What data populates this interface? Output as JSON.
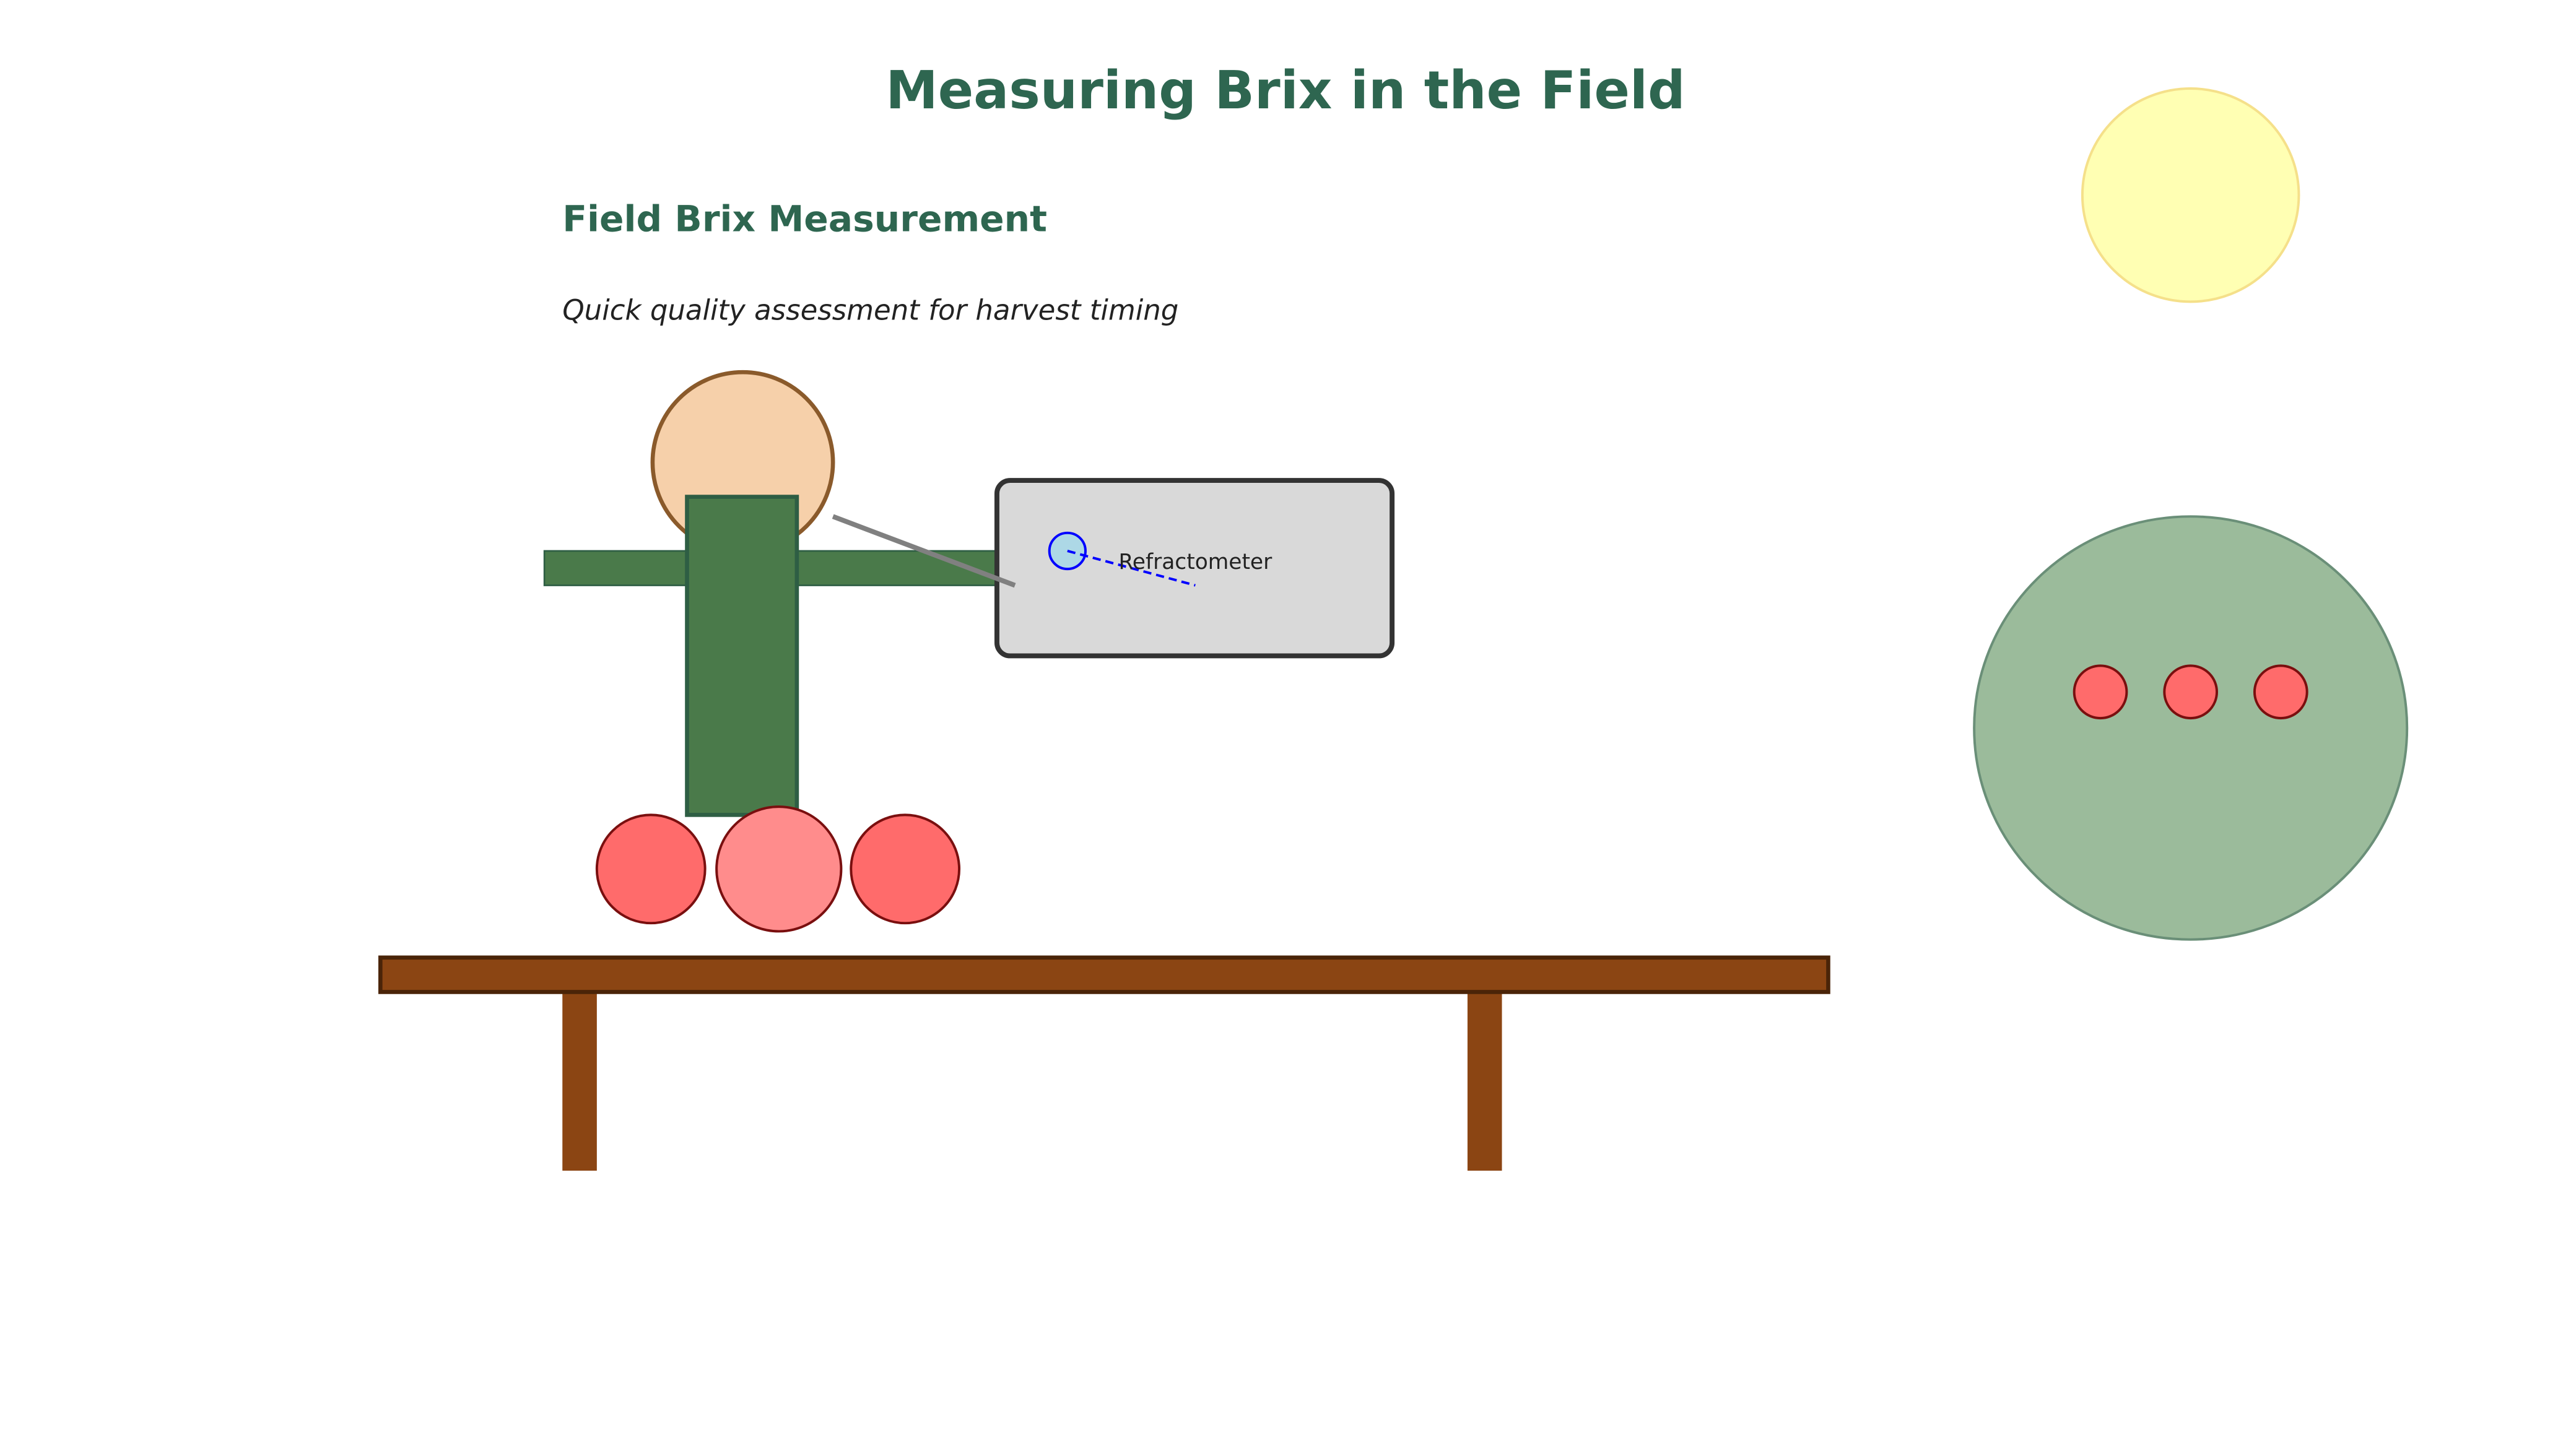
{
  "title": "Measuring Brix in the Field",
  "panel": {
    "heading": "Field Brix Measurement",
    "caption": "Quick quality assessment for harvest timing"
  },
  "device": {
    "label": "Refractometer"
  },
  "colors": {
    "title": "#2e6650",
    "text": "#222222",
    "skin": "#f6d0aa",
    "skin_outline": "#8a5a2b",
    "body": "#4a7a4a",
    "body_outline": "#2e5e44",
    "device_fill": "#d9d9d9",
    "device_outline": "#333333",
    "lens": "#0000ff",
    "lens_fill": "#add8e6",
    "fruit": "#ff6b6b",
    "fruit_highlight": "#ff8c8c",
    "fruit_outline": "#7a0f0f",
    "table": "#8b4513",
    "table_outline": "#4a2408",
    "sun": "#ffffb3",
    "sun_outline": "#f5e08a",
    "tree": "#9bbb9b",
    "tree_outline": "#6a8f78",
    "pointer": "#808080"
  }
}
